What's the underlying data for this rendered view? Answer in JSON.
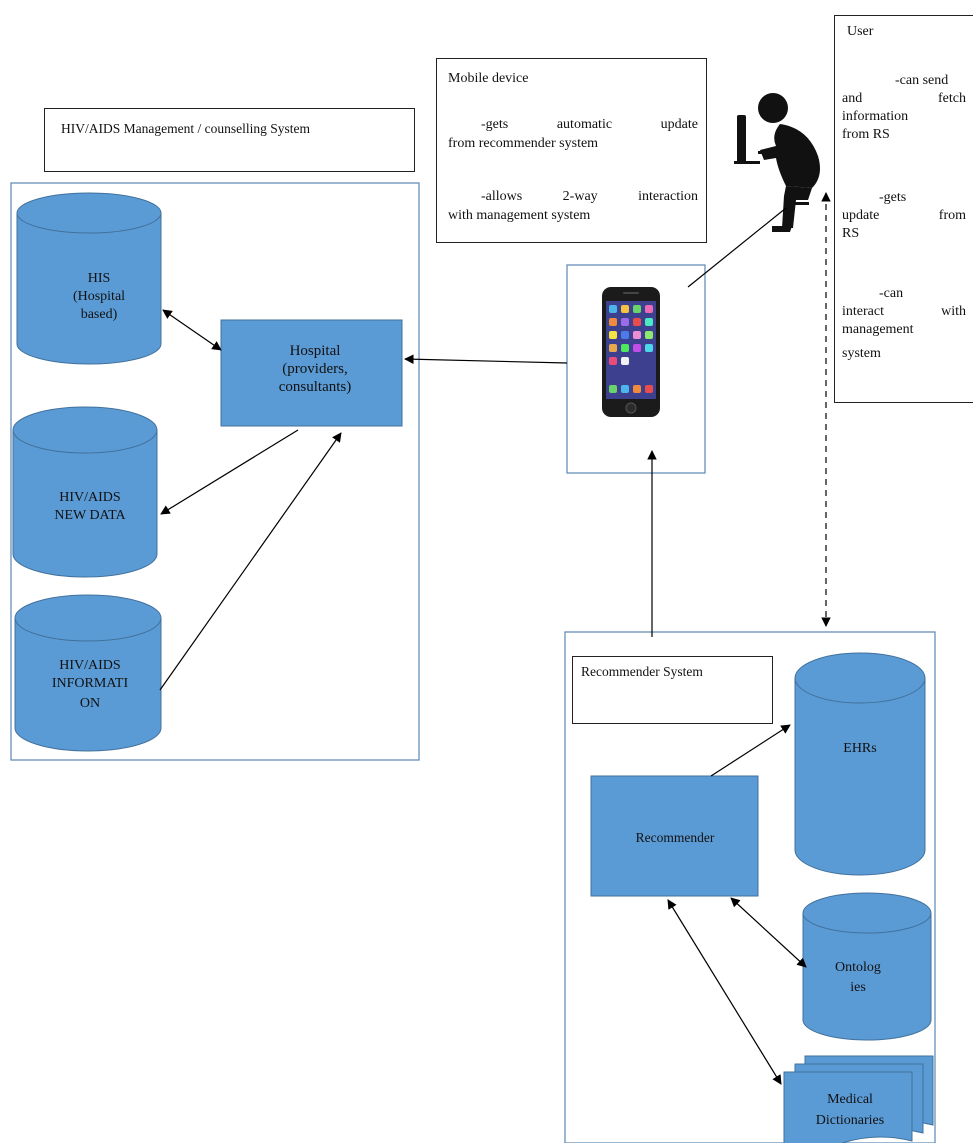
{
  "title_box": {
    "text": "HIV/AIDS Management / counselling System"
  },
  "mobile_box": {
    "title": "Mobile device",
    "line1a": "-gets automatic update",
    "line1b": "from recommender system",
    "line2a": "-allows 2-way interaction",
    "line2b": "with management system"
  },
  "user_box": {
    "title": "User",
    "a1": "-can send",
    "a2": "and fetch",
    "a3": "information",
    "a4": "from RS",
    "b1": "-gets",
    "b2": "update from",
    "b3": "RS",
    "c1": "-can",
    "c2": "interact with",
    "c3": "management",
    "c4": "system"
  },
  "his": {
    "l1": "HIS",
    "l2": "(Hospital",
    "l3": "based)"
  },
  "hospital": {
    "l1": "Hospital",
    "l2": "(providers,",
    "l3": "consultants)"
  },
  "new_data": {
    "l1": "HIV/AIDS",
    "l2": "NEW DATA"
  },
  "information": {
    "l1": "HIV/AIDS",
    "l2": "INFORMATI",
    "l3": "ON"
  },
  "rs_box": {
    "text": "Recommender System"
  },
  "ehrs": {
    "label": "EHRs"
  },
  "recommender": {
    "label": "Recommender"
  },
  "ontologies": {
    "l1": "Ontolog",
    "l2": "ies"
  },
  "dictionaries": {
    "l1": "Medical",
    "l2": "Dictionaries"
  },
  "colors": {
    "fill": "#5b9bd5",
    "stroke": "#41719c",
    "frame": "#5b87b5"
  }
}
